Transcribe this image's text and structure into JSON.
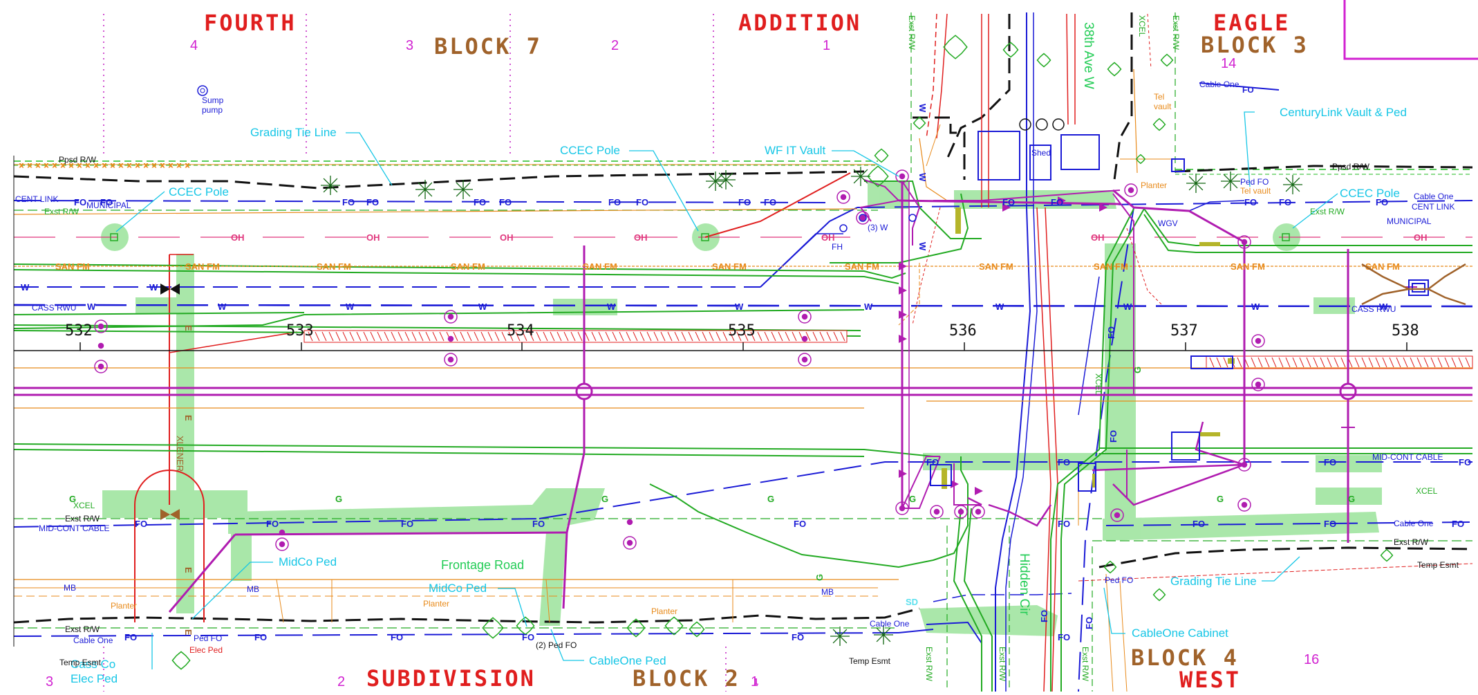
{
  "colors": {
    "red": "#e01e1e",
    "magenta": "#b01cb0",
    "blue": "#1a1ad6",
    "green": "#22aa22",
    "cyan": "#16c6e6",
    "orange": "#e88a1a",
    "brown": "#a0622a",
    "dark": "#111111",
    "highlight": "#9be39b"
  },
  "title_labels": {
    "fourth": "FOURTH",
    "block7": "BLOCK 7",
    "addition": "ADDITION",
    "eagle": "EAGLE",
    "block3": "BLOCK 3",
    "subdivision": "SUBDIVISION",
    "block2": "BLOCK 2",
    "block4": "BLOCK 4",
    "west": "WEST"
  },
  "lot_numbers": {
    "lot4": "4",
    "lot3_top": "3",
    "lot2_top": "2",
    "lot1_top": "1",
    "lot14": "14",
    "lot3_bottom": "3",
    "lot2_bottom": "2",
    "lot1_bottom": "1",
    "lot16": "16"
  },
  "stations": [
    "532",
    "533",
    "534",
    "535",
    "536",
    "537",
    "538"
  ],
  "streets": {
    "ave": "38th Ave W",
    "hidden": "Hidden Cir",
    "frontage": "Frontage Road"
  },
  "callouts": {
    "grading_tie_top": "Grading Tie Line",
    "ccec_pole_left": "CCEC Pole",
    "ccec_pole_mid": "CCEC Pole",
    "ccec_pole_right": "CCEC Pole",
    "wf_it_vault": "WF IT Vault",
    "centurylink": "CenturyLink Vault & Ped",
    "midco_ped_left": "MidCo Ped",
    "midco_ped_mid": "MidCo Ped",
    "cass_co_elec": "Cass Co\nElec Ped",
    "cableone_ped": "CableOne Ped",
    "grading_tie_bottom": "Grading Tie Line",
    "cableone_cabinet": "CableOne Cabinet"
  },
  "small_labels": {
    "sump_pump": "Sump\npump",
    "ppsd_rw_left": "Ppsd R/W",
    "ppsd_rw_right": "Ppsd R/W",
    "cent_link_left": "CENT LINK",
    "municipal_left": "MUNICIPAL",
    "exst_rw_left_top": "Exst R/W",
    "cable_one_top": "Cable One",
    "fo": "FO",
    "shed": "Shed",
    "tel_vault": "Tel\nvault",
    "planter_top": "Planter",
    "ped_fo_top": "Ped FO",
    "tel_vault2": "Tel vault",
    "exst_rw_right": "Exst R/W",
    "cent_link_right": "CENT LINK",
    "municipal_right": "MUNICIPAL",
    "cable_one_right": "Cable One",
    "wgv": "WGV",
    "three_w": "(3) W",
    "fh": "FH",
    "cass_rwu_left": "CASS RWU",
    "cass_rwu_right": "CASS RWU",
    "xcel_left": "XCEL",
    "xcel_right": "XCEL",
    "xcel_vertical": "XCEL",
    "exst_rw_left_mid": "Exst R/W",
    "midcont_left": "MID-CONT CABLE",
    "midcont_right": "MID-CONT CABLE",
    "cable_one_mid_right": "Cable One",
    "exst_rw_mid_right": "Exst R/W",
    "temp_esmt_right": "Temp Esmt",
    "mb_left": "MB",
    "mb_mid": "MB",
    "mb_right": "MB",
    "planter_left": "Planter",
    "planter_mid": "Planter",
    "planter_mid2": "Planter",
    "exst_rw_bottom_left": "Exst R/W",
    "cable_one_bottom_left": "Cable One",
    "temp_esmt_left": "Temp Esmt",
    "ped_fo_bottom": "Ped FO",
    "elec_ped": "Elec Ped",
    "two_ped_fo": "(2) Ped FO",
    "temp_esmt_mid": "Temp Esmt",
    "cable_one_bottom_mid": "Cable One",
    "ped_fo_right": "Ped FO",
    "exst_rw_vert1": "Exst R/W",
    "exst_rw_vert2": "Exst R/W",
    "exst_rw_vert3": "Exst R/W",
    "exst_rw_vert4": "Exst R/W",
    "exst_rw_vert5": "Exst R/W",
    "exst_rw_vert6": "Exst R/W",
    "xcel_top_vert": "XCEL",
    "xlener": "XLENER",
    "ohs": "OH",
    "san_fm": "SAN   FM",
    "w": "W",
    "g": "G",
    "e": "E",
    "sd": "SD",
    "one_one": "1",
    "one_two": "2",
    "one_three": "1"
  }
}
